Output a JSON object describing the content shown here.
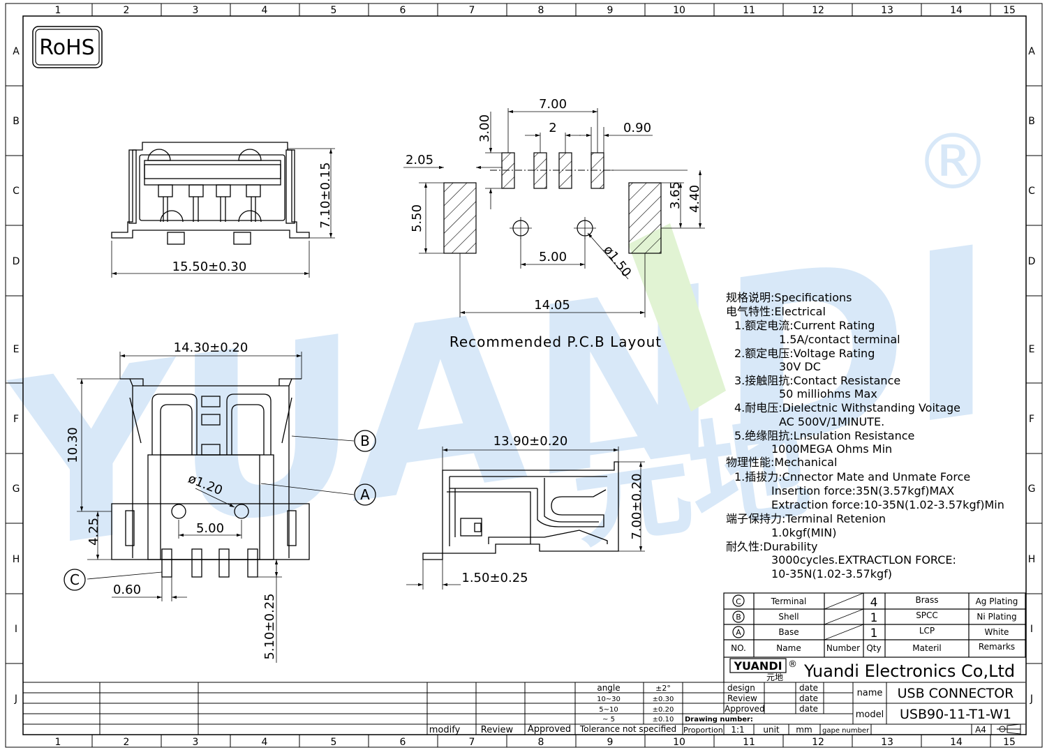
{
  "grid": {
    "cols": [
      "1",
      "2",
      "3",
      "4",
      "5",
      "6",
      "7",
      "8",
      "9",
      "10",
      "11",
      "12",
      "13",
      "14",
      "15"
    ],
    "rows": [
      "A",
      "B",
      "C",
      "D",
      "E",
      "F",
      "G",
      "H",
      "I",
      "J"
    ]
  },
  "rohs": "RoHS",
  "watermark": {
    "text": "YUANDI",
    "cn": "元地",
    "registered": "®"
  },
  "top_view": {
    "height_dim": "7.10±0.15",
    "width_dim": "15.50±0.30"
  },
  "pcb": {
    "dims": {
      "pitch_total": "7.00",
      "pitch": "2",
      "pad_width": "0.90",
      "pad_height": "3.00",
      "offset": "2.05",
      "shell_pad_height": "5.50",
      "d1": "3.65",
      "d2": "4.40",
      "hole_spacing": "5.00",
      "hole_dia": "ø1.50",
      "span": "14.05"
    },
    "caption": "Recommended P.C.B Layout"
  },
  "front_view": {
    "width_dim": "14.30±0.20",
    "height_dim": "10.30",
    "hole_dia": "ø1.20",
    "hole_spacing": "5.00",
    "peg_height": "4.25",
    "pin_width": "0.60",
    "pin_length": "5.10±0.25",
    "callouts": {
      "b": "B",
      "a": "A",
      "c": "C"
    }
  },
  "side_view": {
    "length_dim": "13.90±0.20",
    "height_dim": "7.00±0.20",
    "offset_dim": "1.50±0.25"
  },
  "specs": [
    "规格说明:Specifications",
    "电气特性:Electrical",
    "1.额定电流:Current  Rating",
    "1.5A/contact  terminal",
    "2.额定电压:Voltage  Rating",
    "30V  DC",
    "3.接触阻抗:Contact  Resistance",
    "50  milliohms  Max",
    "4.耐电压:Dielectnic  Withstanding  Voitage",
    "AC  500V/1MINUTE.",
    "5.绝缘阻抗:Lnsulation  Resistance",
    "1000MEGA  Ohms  Min",
    "物理性能:Mechanical",
    "1.插拔力:Cnnector  Mate  and  Unmate  Force",
    "Insertion  force:35N(3.57kgf)MAX",
    "Extraction  force:10-35N(1.02-3.57kgf)Min",
    "端子保持力:Terminal  Retenion",
    "1.0kgf(MIN)",
    "耐久性:Durability",
    "3000cycles.EXTRACTLON  FORCE:",
    "10-35N(1.02-3.57kgf)"
  ],
  "bom": {
    "rows": [
      {
        "no": "C",
        "name": "Terminal",
        "qty": "4",
        "material": "Brass",
        "remarks": "Ag  Plating"
      },
      {
        "no": "B",
        "name": "Shell",
        "qty": "1",
        "material": "SPCC",
        "remarks": "Ni  Plating"
      },
      {
        "no": "A",
        "name": "Base",
        "qty": "1",
        "material": "LCP",
        "remarks": "White"
      }
    ],
    "header": {
      "no": "NO.",
      "name": "Name",
      "number": "Number",
      "qty": "Qty",
      "material": "Materil",
      "remarks": "Remarks"
    }
  },
  "company": {
    "logo": "YUANDI",
    "logo_cn": "元地",
    "name": "Yuandi Electronics Co,Ltd"
  },
  "title_block": {
    "name_label": "name",
    "name_value": "USB  CONNECTOR",
    "model_label": "model",
    "model_value": "USB90-11-T1-W1",
    "design": "design",
    "review": "Review",
    "approved": "Approved",
    "date": "date",
    "drawing_number": "Drawing number:",
    "proportion": "Proportion",
    "scale": "1:1",
    "unit_label": "unit",
    "unit_value": "mm",
    "gape_number": "gape number",
    "size": "A4"
  },
  "tolerance": {
    "header_angle": "angle",
    "header_angle_tol": "±2°",
    "rows": [
      {
        "range": "10~30",
        "tol": "±0.30"
      },
      {
        "range": "5~10",
        "tol": "±0.20"
      },
      {
        "range": "~ 5",
        "tol": "±0.10"
      }
    ],
    "footer": "Tolerance  not  specified"
  },
  "revision": {
    "modify": "modify",
    "review": "Review",
    "approved": "Approved"
  }
}
